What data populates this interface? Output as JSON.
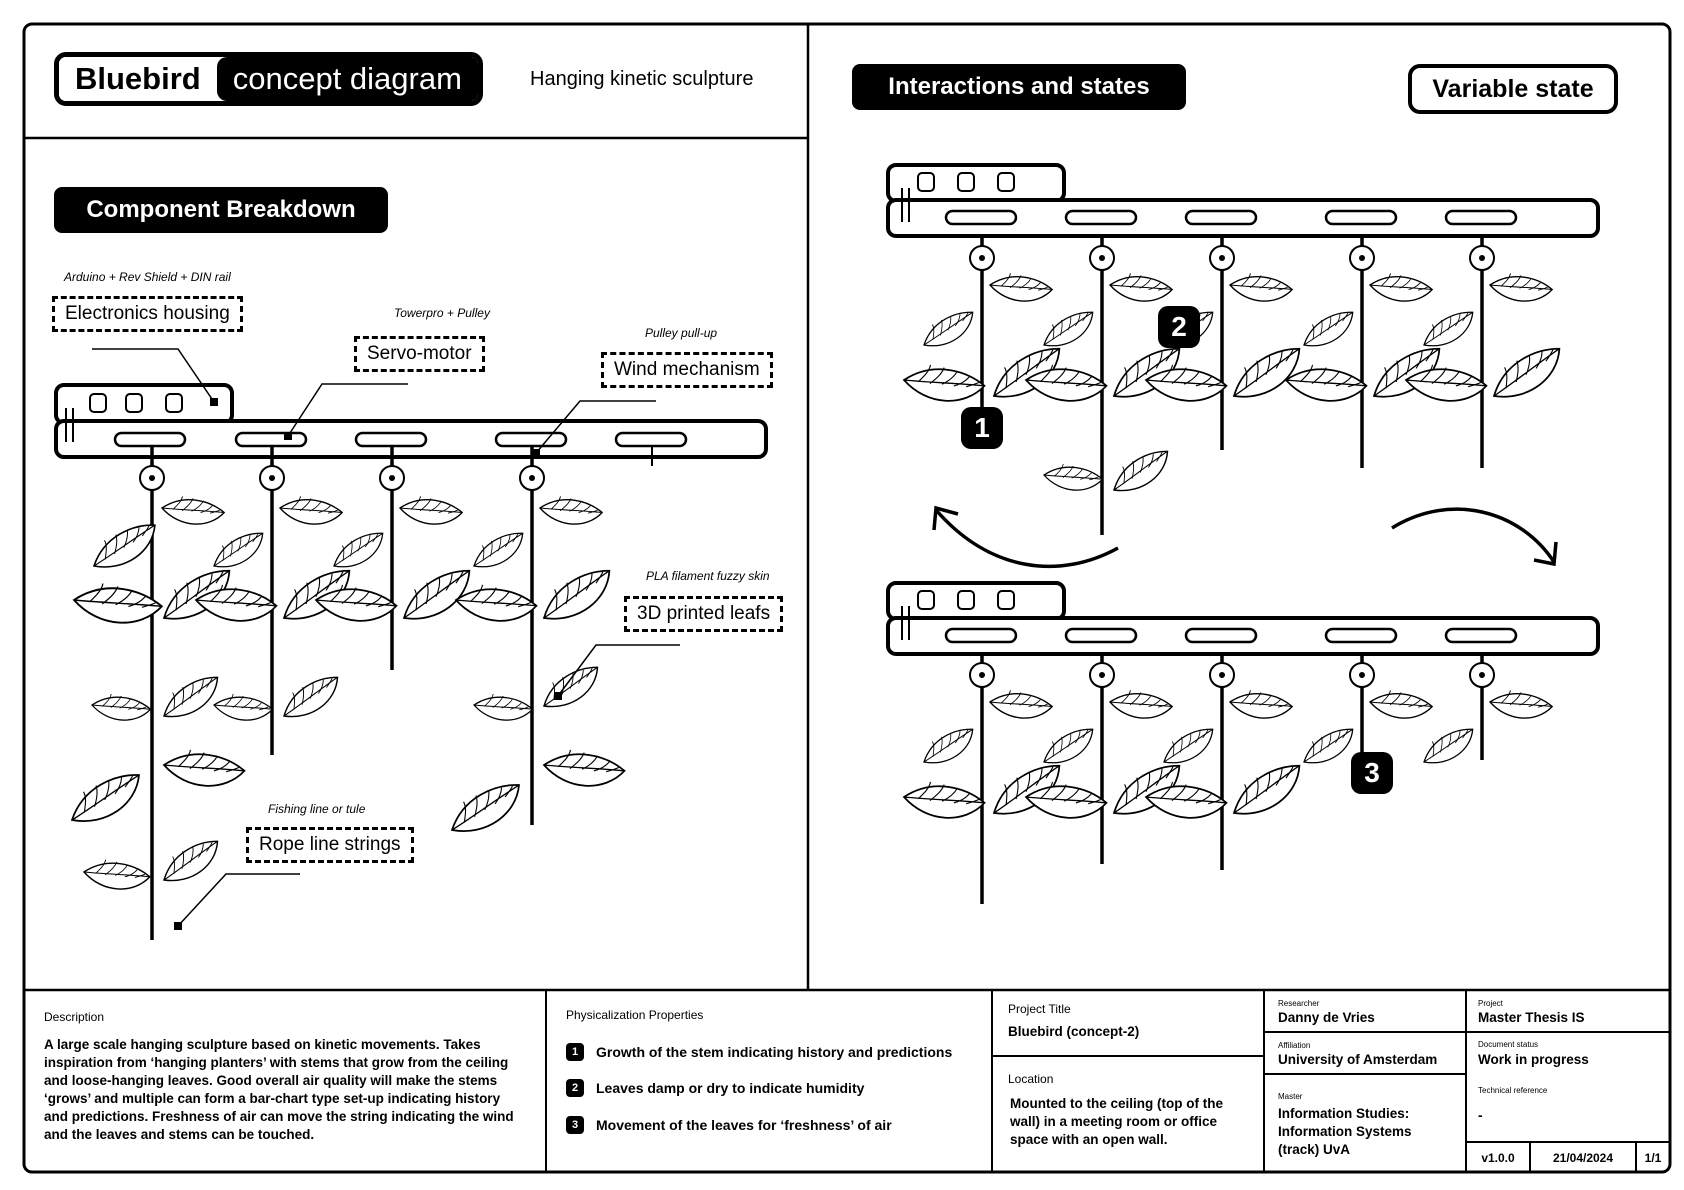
{
  "header": {
    "title_main": "Bluebird",
    "title_sub": "concept diagram",
    "subtitle": "Hanging kinetic sculpture"
  },
  "left_section": {
    "heading": "Component Breakdown",
    "callouts": [
      {
        "note": "Arduino + Rev Shield + DIN rail",
        "label": "Electronics housing"
      },
      {
        "note": "Towerpro + Pulley",
        "label": "Servo-motor"
      },
      {
        "note": "Pulley pull-up",
        "label": "Wind mechanism"
      },
      {
        "note": "PLA filament fuzzy skin",
        "label": "3D printed leafs"
      },
      {
        "note": "Fishing line or tule",
        "label": "Rope line strings"
      }
    ]
  },
  "right_section": {
    "heading": "Interactions and states",
    "state_label": "Variable state",
    "badges": [
      "1",
      "2",
      "3"
    ]
  },
  "footer": {
    "description_label": "Description",
    "description_text": "A large scale hanging sculpture based on kinetic movements. Takes inspiration from ‘hanging planters’ with stems that grow from the ceiling and loose-hanging leaves. Good overall air quality will make the stems ‘grows’ and multiple can form a bar-chart type set-up indicating history and predictions. Freshness of air can move the string indicating the wind and the leaves and stems can be touched.",
    "properties_label": "Physicalization Properties",
    "properties": [
      {
        "num": "1",
        "text": "Growth of the stem indicating history and predictions"
      },
      {
        "num": "2",
        "text": "Leaves damp or dry to indicate humidity"
      },
      {
        "num": "3",
        "text": "Movement of the leaves for ‘freshness’ of air"
      }
    ],
    "project_title_label": "Project Title",
    "project_title": "Bluebird (concept-2)",
    "location_label": "Location",
    "location_text": "Mounted to the ceiling (top of the wall) in a meeting room or office space with an open wall.",
    "researcher_label": "Researcher",
    "researcher": "Danny de Vries",
    "affiliation_label": "Affiliation",
    "affiliation": "University of Amsterdam",
    "master_label": "Master",
    "master": "Information Studies: Information Systems (track) UvA",
    "project_label": "Project",
    "project": "Master Thesis IS",
    "status_label": "Document status",
    "status": "Work in progress",
    "techref_label": "Technical reference",
    "techref": "-",
    "version": "v1.0.0",
    "date": "21/04/2024",
    "page": "1/1"
  }
}
